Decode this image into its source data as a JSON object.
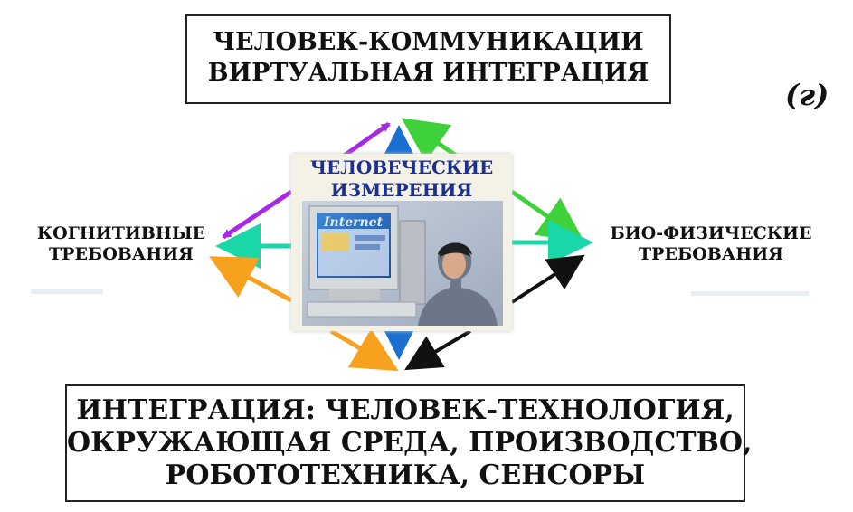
{
  "top_box": {
    "line1": "ЧЕЛОВЕК-КОММУНИКАЦИИ",
    "line2": "ВИРТУАЛЬНАЯ ИНТЕГРАЦИЯ"
  },
  "corner_label": "(г)",
  "center_panel": {
    "line1": "ЧЕЛОВЕЧЕСКИЕ",
    "line2": "ИЗМЕРЕНИЯ",
    "screen_text": "Internet"
  },
  "left_label": {
    "line1": "КОГНИТИВНЫЕ",
    "line2": "ТРЕБОВАНИЯ"
  },
  "right_label": {
    "line1": "БИО-ФИЗИЧЕСКИЕ",
    "line2": "ТРЕБОВАНИЯ"
  },
  "bottom_box": {
    "line1": "ИНТЕГРАЦИЯ: ЧЕЛОВЕК-ТЕХНОЛОГИЯ,",
    "line2": "ОКРУЖАЮЩАЯ СРЕДА, ПРОИЗВОДСТВО,",
    "line3": "РОБОТОТЕХНИКА, СЕНСОРЫ"
  },
  "colors": {
    "purple_arrow": "#a829e3",
    "green_arrow": "#3ed13a",
    "teal_arrow": "#19d7a6",
    "orange_arrow": "#f7a11e",
    "blue_arrow": "#1b6fd1",
    "black_arrow": "#111111",
    "panel_text": "#1d2f8f"
  }
}
